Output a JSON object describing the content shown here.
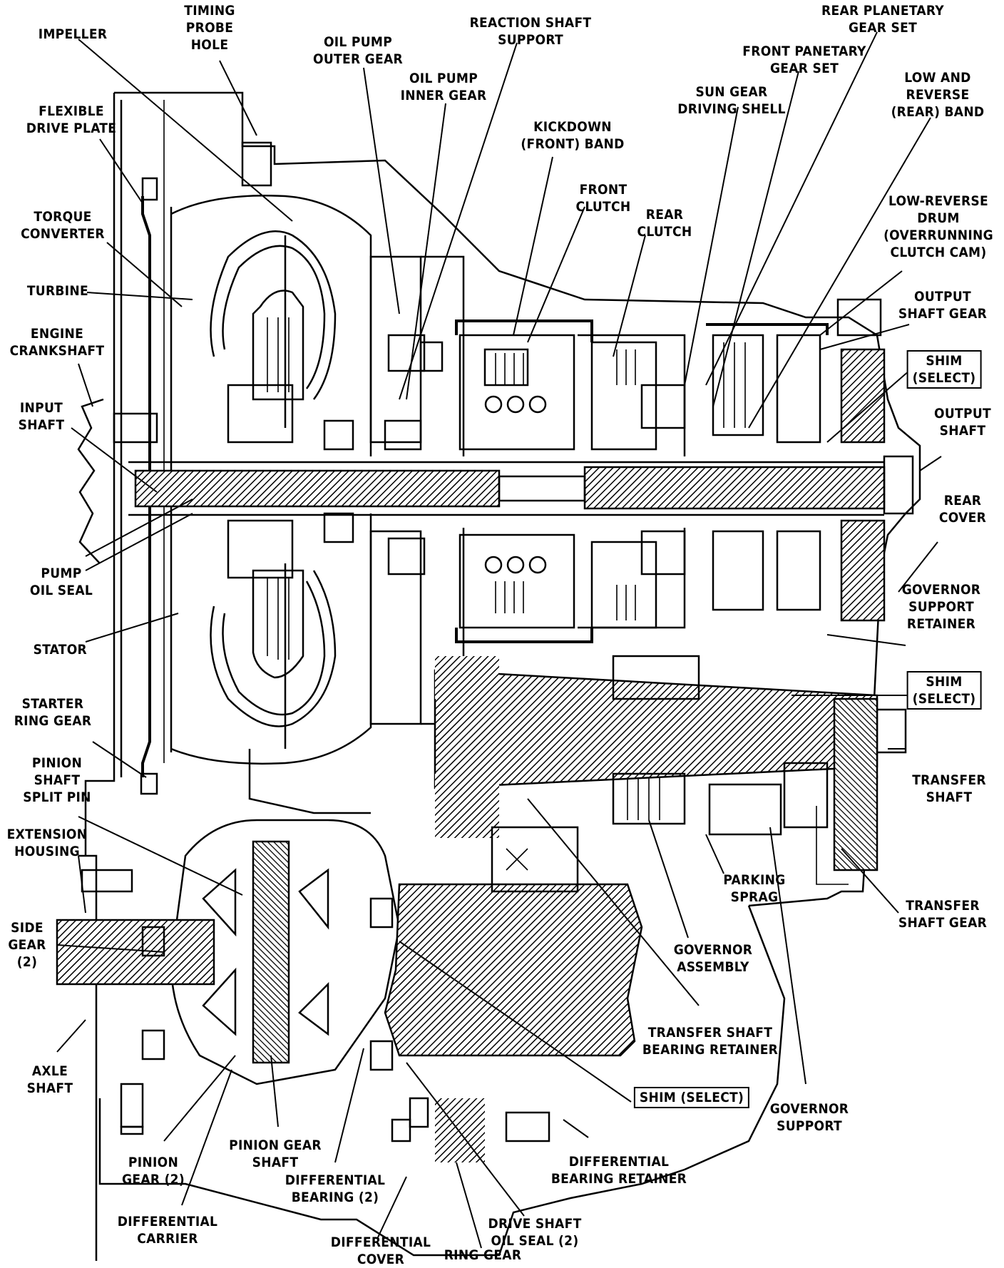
{
  "labels": {
    "timing_probe_hole": "TIMING\nPROBE\nHOLE",
    "impeller": "IMPELLER",
    "oil_pump_outer_gear": "OIL PUMP\nOUTER GEAR",
    "reaction_shaft_support": "REACTION SHAFT\nSUPPORT",
    "oil_pump_inner_gear": "OIL PUMP\nINNER GEAR",
    "kickdown_front_band": "KICKDOWN\n(FRONT) BAND",
    "rear_planetary_gear_set": "REAR PLANETARY\nGEAR SET",
    "front_planetary_gear_set": "FRONT PANETARY\nGEAR SET",
    "sun_gear_driving_shell": "SUN GEAR\nDRIVING SHELL",
    "low_and_reverse_band": "LOW AND\nREVERSE\n(REAR) BAND",
    "flexible_drive_plate": "FLEXIBLE\nDRIVE PLATE",
    "front_clutch": "FRONT\nCLUTCH",
    "rear_clutch": "REAR\nCLUTCH",
    "torque_converter": "TORQUE\nCONVERTER",
    "low_reverse_drum": "LOW-REVERSE\nDRUM\n(OVERRUNNING\nCLUTCH CAM)",
    "turbine": "TURBINE",
    "output_shaft_gear": "OUTPUT\nSHAFT GEAR",
    "engine_crankshaft": "ENGINE\nCRANKSHAFT",
    "shim_select_1": "SHIM\n(SELECT)",
    "input_shaft": "INPUT\nSHAFT",
    "output_shaft": "OUTPUT\nSHAFT",
    "rear_cover": "REAR\nCOVER",
    "pump_oil_seal": "PUMP\nOIL SEAL",
    "governor_support_retainer": "GOVERNOR\nSUPPORT\nRETAINER",
    "stator": "STATOR",
    "shim_select_2": "SHIM\n(SELECT)",
    "starter_ring_gear": "STARTER\nRING GEAR",
    "pinion_shaft_split_pin": "PINION\nSHAFT\nSPLIT PIN",
    "transfer_shaft": "TRANSFER\nSHAFT",
    "extension_housing": "EXTENSION\nHOUSING",
    "parking_sprag": "PARKING\nSPRAG",
    "transfer_shaft_gear": "TRANSFER\nSHAFT GEAR",
    "side_gear": "SIDE\nGEAR\n(2)",
    "governor_assembly": "GOVERNOR\nASSEMBLY",
    "transfer_shaft_bearing_retainer": "TRANSFER SHAFT\nBEARING RETAINER",
    "axle_shaft": "AXLE\nSHAFT",
    "shim_select_3": "SHIM (SELECT)",
    "governor_support": "GOVERNOR\nSUPPORT",
    "pinion_gear_shaft": "PINION GEAR\nSHAFT",
    "differential_bearing_retainer": "DIFFERENTIAL\nBEARING RETAINER",
    "pinion_gear": "PINION\nGEAR (2)",
    "differential_bearing": "DIFFERENTIAL\nBEARING (2)",
    "drive_shaft_oil_seal": "DRIVE SHAFT\nOIL SEAL (2)",
    "differential_carrier": "DIFFERENTIAL\nCARRIER",
    "differential_cover": "DIFFERENTIAL\nCOVER",
    "ring_gear": "RING GEAR"
  }
}
